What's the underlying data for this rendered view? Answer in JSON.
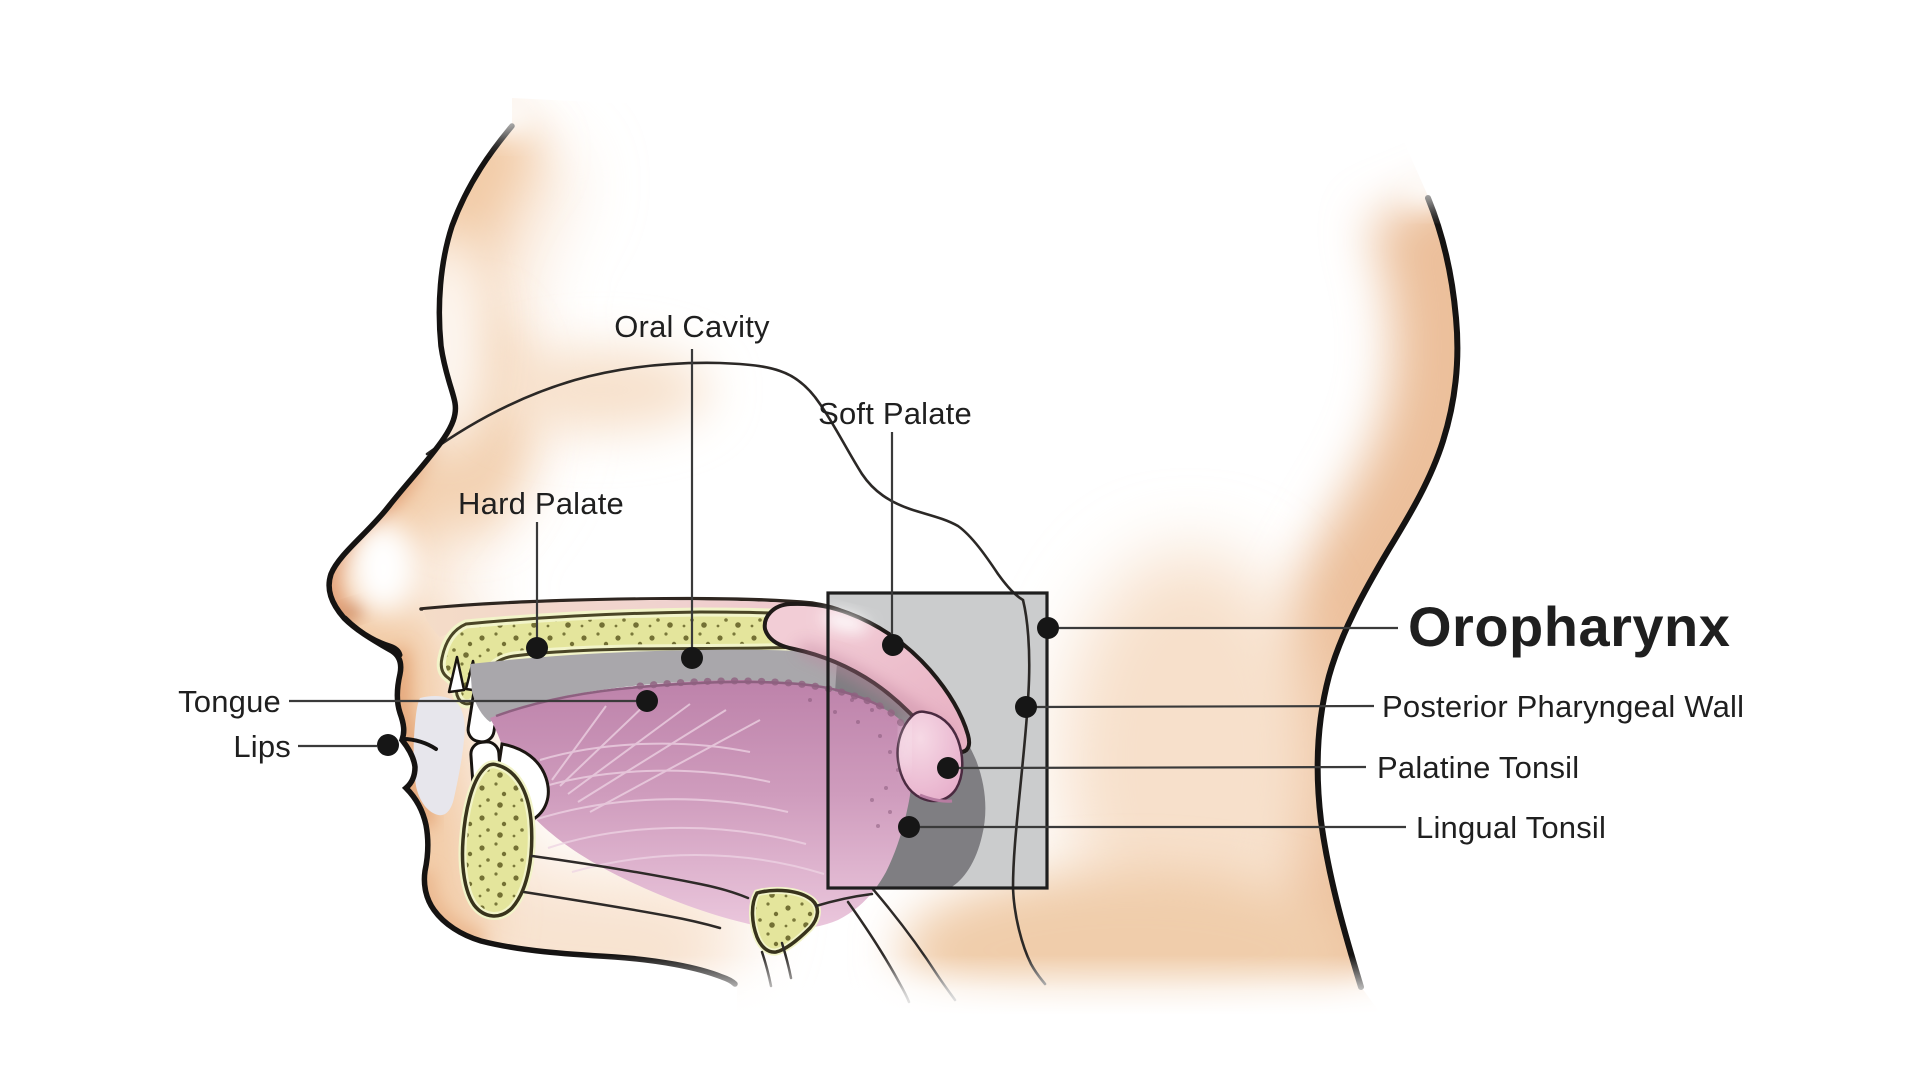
{
  "diagram": {
    "title_region": "Oropharynx",
    "labels": {
      "oral_cavity": "Oral Cavity",
      "soft_palate": "Soft Palate",
      "hard_palate": "Hard Palate",
      "tongue": "Tongue",
      "lips": "Lips",
      "oropharynx": "Oropharynx",
      "posterior_pharyngeal_wall": "Posterior Pharyngeal Wall",
      "palatine_tonsil": "Palatine Tonsil",
      "lingual_tonsil": "Lingual Tonsil"
    },
    "colors": {
      "background": "#ffffff",
      "outline_black": "#151312",
      "skin_peach": "#f2cba6",
      "skin_deep": "#e2a077",
      "bone_yellow": "#e4e59c",
      "bone_rim": "#f2f4c9",
      "bone_speckle": "#5f5c22",
      "mucosa_strip_pink": "#f0d2cf",
      "soft_palate_pink": "#eec0cc",
      "tongue_top": "#bd82aa",
      "tongue_bottom": "#ecc9de",
      "oral_space_gray": "#a9a7ab",
      "pharynx_dark_gray": "#7f7e82",
      "box_gray": "#cbcccd",
      "leader_line": "#3a3a3a",
      "marker_dot": "#161616",
      "label_text": "#1f1f1f"
    }
  }
}
